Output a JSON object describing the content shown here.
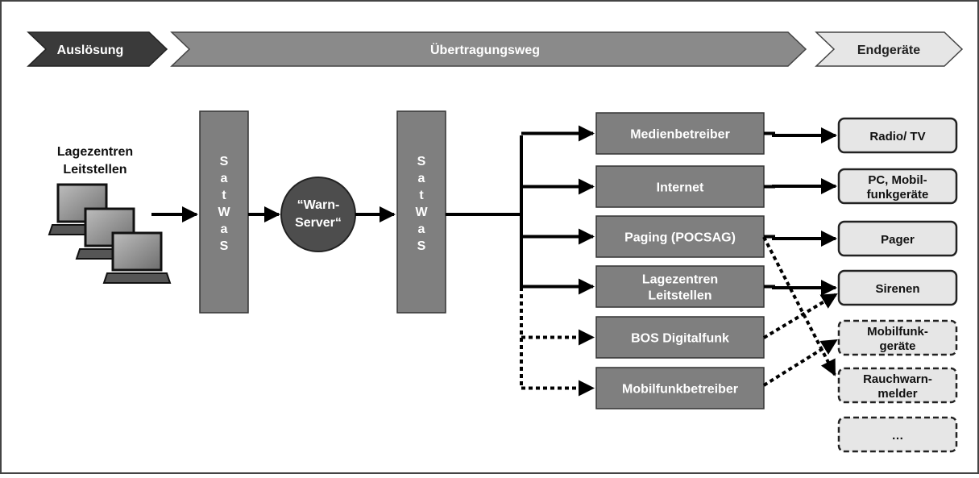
{
  "phases": {
    "trigger": "Auslösung",
    "transmission": "Übertragungsweg",
    "endpoints": "Endgeräte"
  },
  "source": {
    "line1": "Lagezentren",
    "line2": "Leitstellen"
  },
  "satwas_letters": [
    "S",
    "a",
    "t",
    "W",
    "a",
    "S"
  ],
  "server": {
    "line1": "“Warn-",
    "line2": "Server“"
  },
  "channels": [
    {
      "lines": [
        "Medienbetreiber"
      ],
      "feed": "solid",
      "link": "solid"
    },
    {
      "lines": [
        "Internet"
      ],
      "feed": "solid",
      "link": "solid"
    },
    {
      "lines": [
        "Paging (POCSAG)"
      ],
      "feed": "solid",
      "link": "solid"
    },
    {
      "lines": [
        "Lagezentren",
        "Leitstellen"
      ],
      "feed": "solid",
      "link": "solid"
    },
    {
      "lines": [
        "BOS Digitalfunk"
      ],
      "feed": "dotted",
      "link": "dotted"
    },
    {
      "lines": [
        "Mobilfunkbetreiber"
      ],
      "feed": "dotted",
      "link": "dotted"
    }
  ],
  "devices": [
    {
      "lines": [
        "Radio/ TV"
      ],
      "style": "solid"
    },
    {
      "lines": [
        "PC, Mobil-",
        "funkgeräte"
      ],
      "style": "solid"
    },
    {
      "lines": [
        "Pager"
      ],
      "style": "solid"
    },
    {
      "lines": [
        "Sirenen"
      ],
      "style": "solid"
    },
    {
      "lines": [
        "Mobilfunk-",
        "geräte"
      ],
      "style": "dashed"
    },
    {
      "lines": [
        "Rauchwarn-",
        "melder"
      ],
      "style": "dashed"
    },
    {
      "lines": [
        "…"
      ],
      "style": "dashed"
    }
  ],
  "colors": {
    "phase_dark": "#3a3a3a",
    "phase_mid": "#8a8a8a",
    "phase_light": "#e6e6e6",
    "box_fill": "#7f7f7f",
    "device_fill": "#e6e6e6",
    "server_fill": "#4d4d4d",
    "line": "#000000"
  }
}
